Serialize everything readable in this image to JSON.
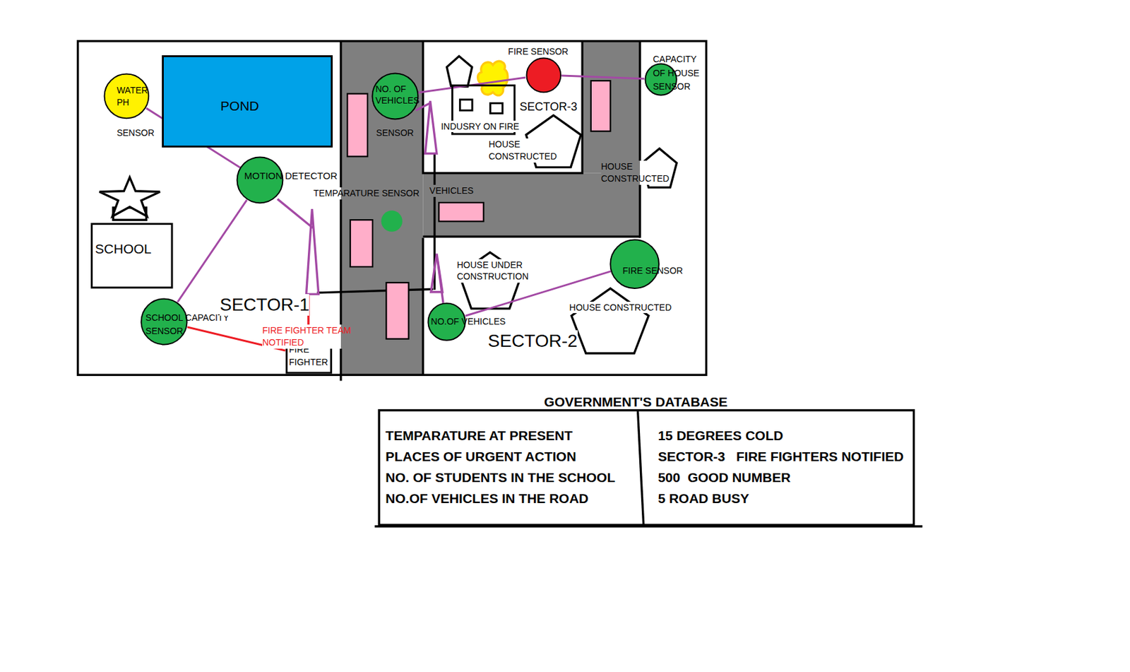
{
  "diagram": {
    "nodes": [
      {
        "text": [
          "WATER PH",
          "SENSOR"
        ]
      },
      {
        "text": [
          "POND"
        ]
      },
      {
        "text": [
          "NO. OF VEHICLES",
          "SENSOR"
        ]
      },
      {
        "text": [
          "FIRE SENSOR"
        ]
      },
      {
        "text": [
          "CAPACITY OF HOUSE SENSOR"
        ]
      },
      {
        "text": [
          "INDUSRY ON FIRE"
        ]
      },
      {
        "text": [
          "MOTION DETECTOR"
        ]
      },
      {
        "text": [
          "TEMPARATURE SENSOR"
        ]
      },
      {
        "text": [
          "SCHOOL"
        ]
      },
      {
        "text": [
          "FIRE SENSOR"
        ]
      },
      {
        "text": [
          "SCHOOL CAPACITY SENSOR"
        ]
      },
      {
        "text": [
          "NO.OF VEHICLES"
        ]
      },
      {
        "text": [
          "FIRE FIGHTER"
        ]
      }
    ],
    "edges": [
      {
        "from": 0,
        "to": 6,
        "arrow": "none"
      },
      {
        "from": 6,
        "to": 10,
        "arrow": "none"
      },
      {
        "from": 10,
        "to": 12,
        "arrow": "none"
      },
      {
        "from": 2,
        "to": 3,
        "arrow": "none"
      },
      {
        "from": 3,
        "to": 4,
        "arrow": "none"
      },
      {
        "from": 9,
        "to": 11,
        "arrow": "none"
      }
    ],
    "labels": [
      "SECTOR-1",
      "FIRE FIGHTER TEAM NOTIFIED",
      "VEHICLES",
      "HOUSE CONSTRUCTED",
      "SECTOR-3",
      "HOUSE CONSTRUCTED",
      "HOUSE UNDER CONSTRUCTION",
      "HOUSE CONSTRUCTED",
      "SECTOR-2",
      "GOVERNMENT'S DATABASE",
      "TEMPARATURE AT PRESENT",
      "15 DEGREES COLD",
      "PLACES OF URGENT ACTION",
      "SECTOR-3   FIRE FIGHTERS NOTIFIED",
      "NO. OF STUDENTS IN THE SCHOOL",
      "500  GOOD NUMBER",
      "NO.OF VEHICLES IN THE ROAD",
      "5 ROAD BUSY"
    ]
  }
}
